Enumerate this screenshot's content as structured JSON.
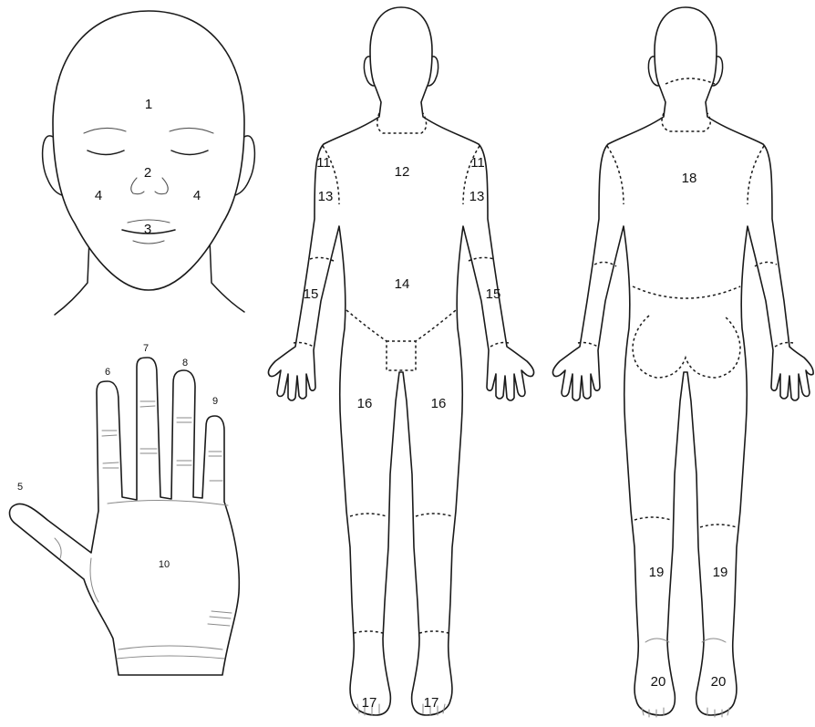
{
  "labels": {
    "l1": "1",
    "l2": "2",
    "l3": "3",
    "l4a": "4",
    "l4b": "4",
    "l5": "5",
    "l6": "6",
    "l7": "7",
    "l8": "8",
    "l9": "9",
    "l10": "10",
    "l11a": "11",
    "l11b": "11",
    "l12": "12",
    "l13a": "13",
    "l13b": "13",
    "l14": "14",
    "l15a": "15",
    "l15b": "15",
    "l16a": "16",
    "l16b": "16",
    "l17a": "17",
    "l17b": "17",
    "l18": "18",
    "l19a": "19",
    "l19b": "19",
    "l20a": "20",
    "l20b": "20"
  }
}
